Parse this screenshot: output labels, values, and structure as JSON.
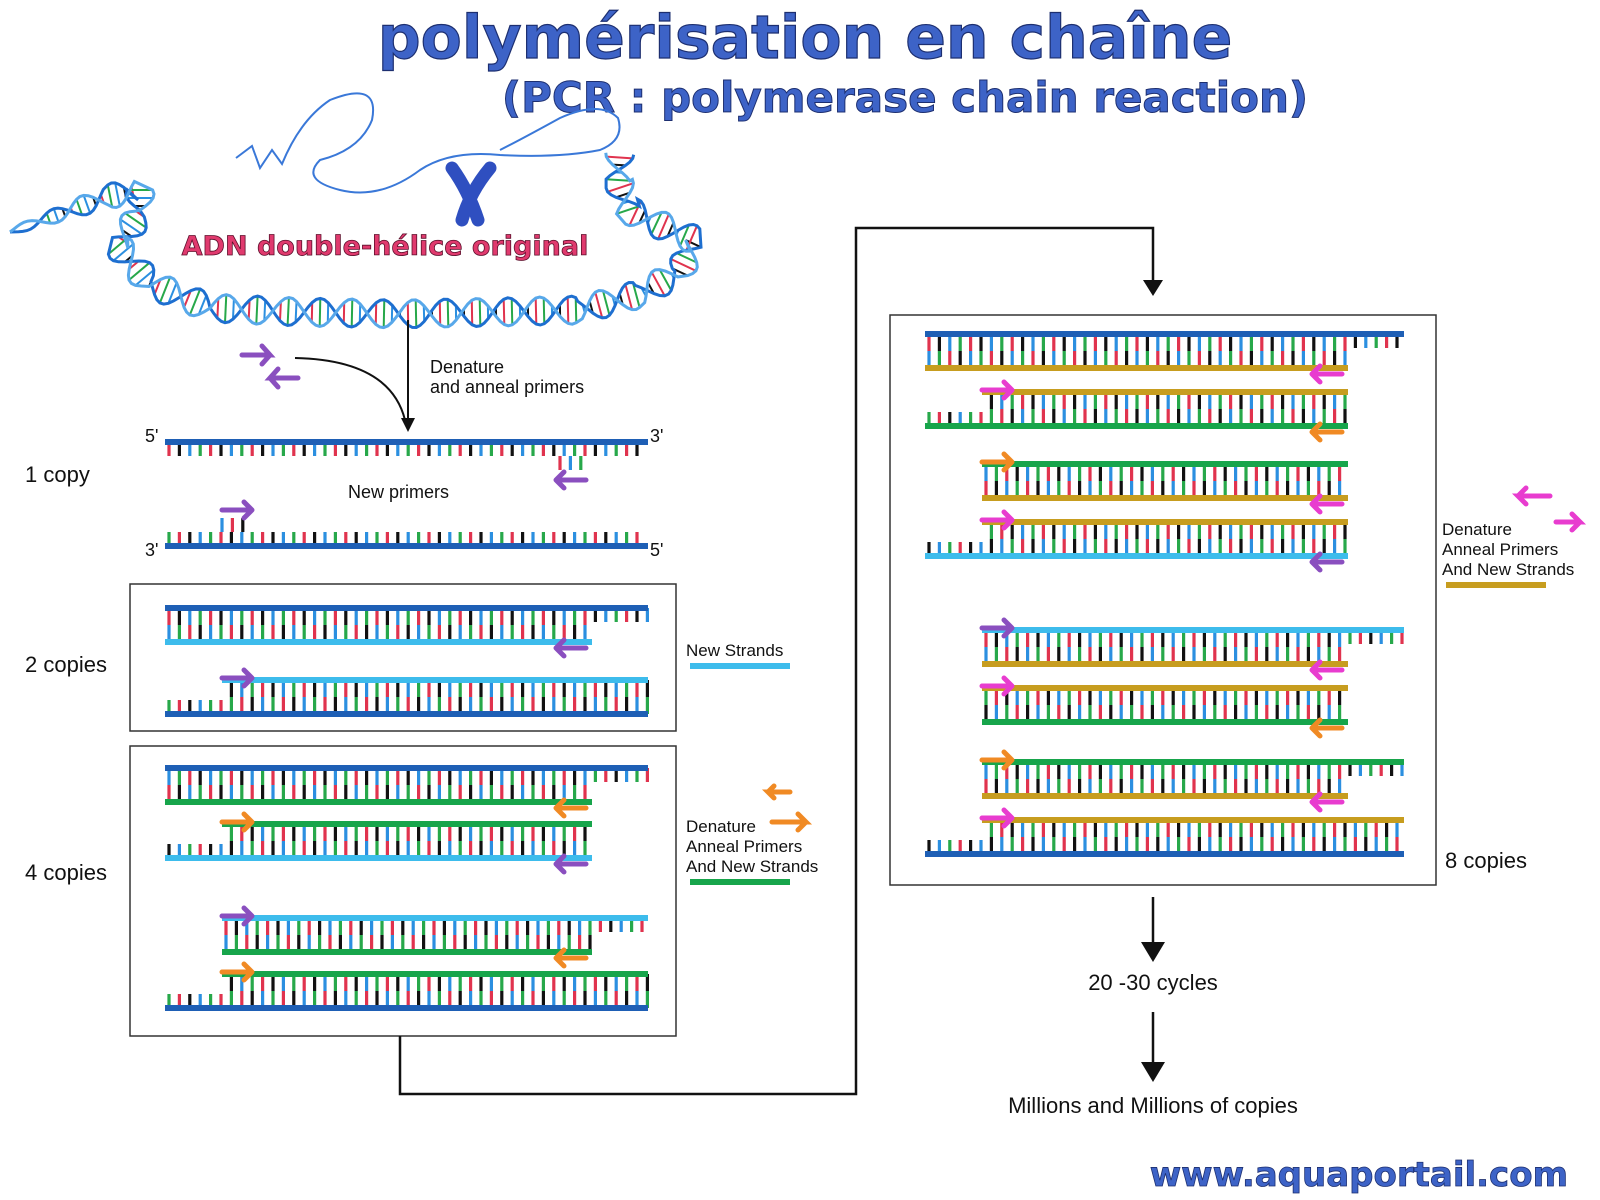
{
  "title": "polymérisation en chaîne",
  "subtitle": "(PCR : polymerase chain reaction)",
  "dna_label": "ADN double-hélice original",
  "step_labels": {
    "denature_line1": "Denature",
    "denature_line2": "and anneal primers",
    "new_primers": "New primers",
    "new_strands": "New Strands",
    "denature": "Denature",
    "anneal_primers": "Anneal Primers",
    "and_new_strands": "And New Strands"
  },
  "ends": {
    "five": "5'",
    "three": "3'"
  },
  "copies": {
    "one": "1 copy",
    "two": "2 copies",
    "four": "4 copies",
    "eight": "8 copies"
  },
  "cycles": "20 -30 cycles",
  "result": "Millions and Millions of copies",
  "website": "www.aquaportail.com",
  "colors": {
    "original_strand": "#1e5fb5",
    "new_strand_cycle1": "#3dbcec",
    "new_strand_cycle2": "#17a54b",
    "new_strand_cycle3": "#c79d1f",
    "primer_cycle1": "#8a4fbf",
    "primer_cycle2": "#f08a24",
    "primer_cycle3": "#e83ccf",
    "base_red": "#e0334e",
    "base_green": "#27a84a",
    "base_blue": "#2b8fe0",
    "base_black": "#111111"
  }
}
